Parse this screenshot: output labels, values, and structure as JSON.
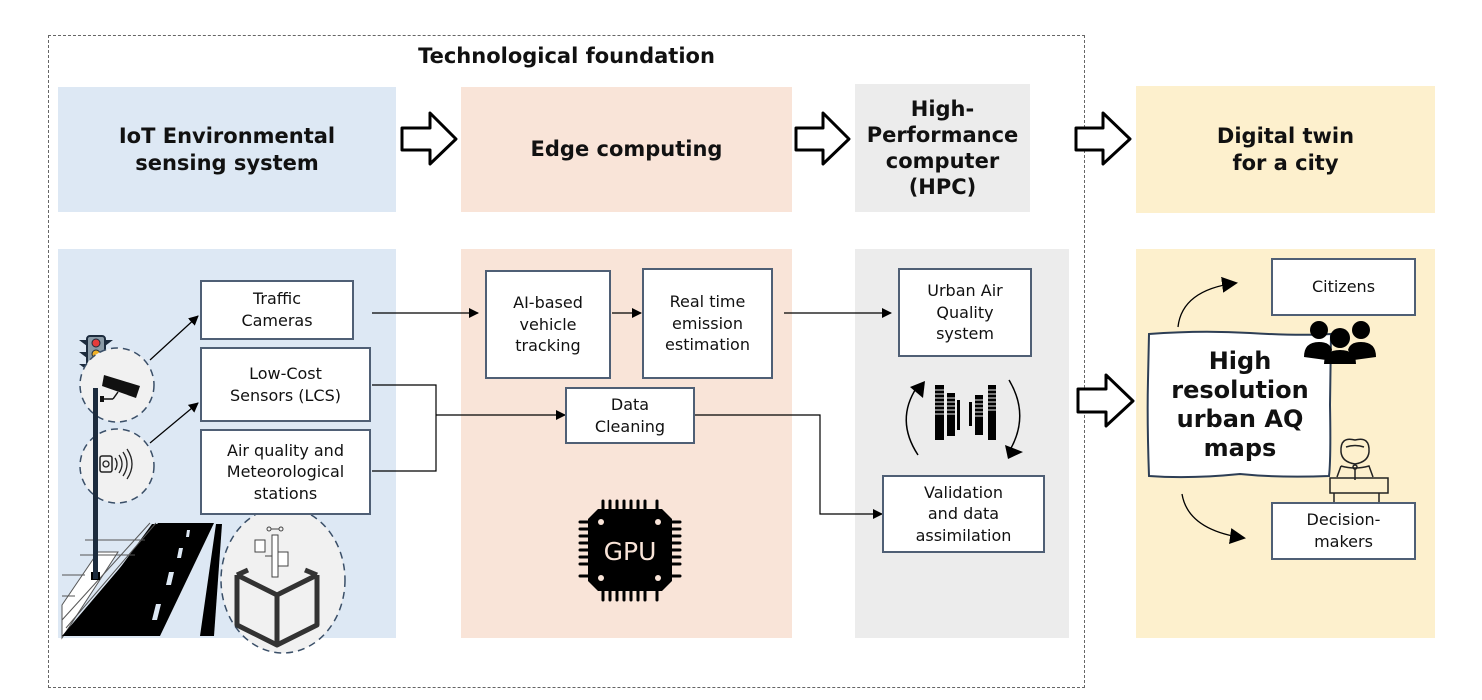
{
  "diagram": {
    "frame_title": "Technological foundation",
    "stages": [
      {
        "id": "iot",
        "title": "IoT Environmental sensing system",
        "lines": [
          "IoT Environmental",
          "sensing system"
        ],
        "color": "#dde8f4"
      },
      {
        "id": "edge",
        "title": "Edge computing",
        "lines": [
          "Edge computing"
        ],
        "color": "#f9e4d8"
      },
      {
        "id": "hpc",
        "title": "High-Performance computer (HPC)",
        "lines": [
          "High-",
          "Performance",
          "computer",
          "(HPC)"
        ],
        "color": "#ececec"
      },
      {
        "id": "twin",
        "title": "Digital twin for a city",
        "lines": [
          "Digital twin",
          "for a city"
        ],
        "color": "#fdf0cd"
      }
    ],
    "iot_boxes": {
      "traffic_cameras": [
        "Traffic",
        "Cameras"
      ],
      "lcs": [
        "Low-Cost",
        "Sensors (LCS)"
      ],
      "stations": [
        "Air quality and",
        "Meteorological",
        "stations"
      ]
    },
    "edge_boxes": {
      "ai_tracking": [
        "AI-based",
        "vehicle",
        "tracking"
      ],
      "emission": [
        "Real time",
        "emission",
        "estimation"
      ],
      "cleaning": [
        "Data",
        "Cleaning"
      ],
      "gpu_label": "GPU"
    },
    "hpc_boxes": {
      "uaq": [
        "Urban Air",
        "Quality",
        "system"
      ],
      "validation": [
        "Validation",
        "and data",
        "assimilation"
      ]
    },
    "twin_boxes": {
      "maps": [
        "High",
        "resolution",
        "urban AQ",
        "maps"
      ],
      "citizens": [
        "Citizens"
      ],
      "decision_makers": [
        "Decision-",
        "makers"
      ]
    },
    "icons": [
      "traffic-light-icon",
      "camera-icon",
      "sensor-icon",
      "weather-station-icon",
      "road-icon",
      "gpu-chip-icon",
      "bar-cycle-icon",
      "people-group-icon",
      "speaker-podium-icon"
    ],
    "edges": [
      {
        "from": "iot",
        "to": "edge",
        "style": "block-arrow"
      },
      {
        "from": "edge",
        "to": "hpc",
        "style": "block-arrow"
      },
      {
        "from": "hpc",
        "to": "twin",
        "style": "block-arrow"
      },
      {
        "from": "traffic_cameras",
        "to": "ai_tracking"
      },
      {
        "from": "ai_tracking",
        "to": "emission"
      },
      {
        "from": "emission",
        "to": "uaq"
      },
      {
        "from": "lcs",
        "to": "cleaning"
      },
      {
        "from": "stations",
        "to": "cleaning"
      },
      {
        "from": "cleaning",
        "to": "validation"
      },
      {
        "from": "maps",
        "to": "citizens"
      },
      {
        "from": "maps",
        "to": "decision_makers"
      }
    ]
  }
}
